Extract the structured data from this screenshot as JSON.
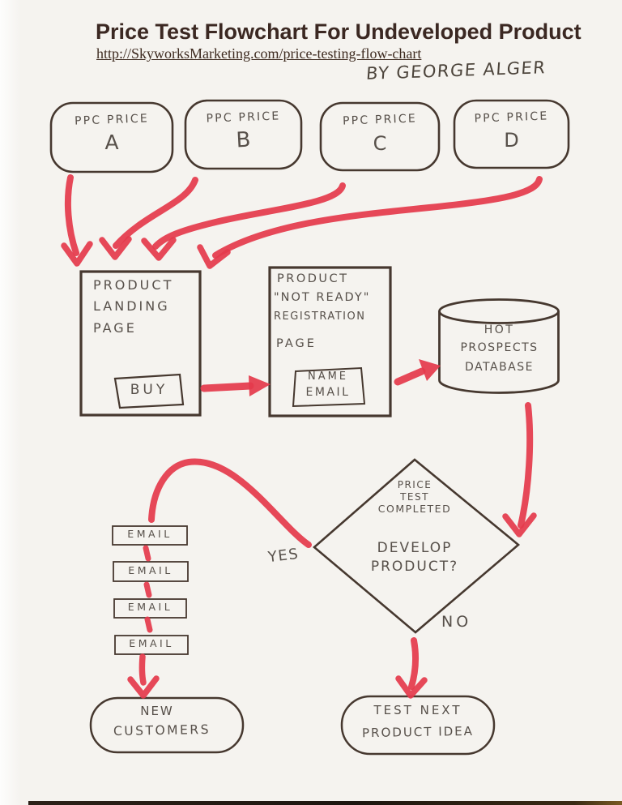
{
  "header": {
    "title": "Price Test Flowchart For Undeveloped Product",
    "url": "http://SkyworksMarketing.com/price-testing-flow-chart",
    "byline": "BY GEORGE ALGER"
  },
  "nodes": {
    "ppc_a": {
      "label": "PPC PRICE",
      "variant": "A"
    },
    "ppc_b": {
      "label": "PPC PRICE",
      "variant": "B"
    },
    "ppc_c": {
      "label": "PPC PRICE",
      "variant": "C"
    },
    "ppc_d": {
      "label": "PPC PRICE",
      "variant": "D"
    },
    "landing": {
      "line1": "PRODUCT",
      "line2": "LANDING",
      "line3": "PAGE",
      "button": "BUY"
    },
    "registration": {
      "line1": "PRODUCT",
      "line2": "\"NOT READY\"",
      "line3": "REGISTRATION",
      "line4": "PAGE",
      "field1": "NAME",
      "field2": "EMAIL"
    },
    "database": {
      "line1": "HOT",
      "line2": "PROSPECTS",
      "line3": "DATABASE"
    },
    "decision": {
      "top1": "PRICE",
      "top2": "TEST",
      "top3": "COMPLETED",
      "q1": "DEVELOP",
      "q2": "PRODUCT?"
    },
    "emails": [
      "EMAIL",
      "EMAIL",
      "EMAIL",
      "EMAIL"
    ],
    "new_customers": {
      "line1": "NEW",
      "line2": "CUSTOMERS"
    },
    "test_next": {
      "line1": "TEST NEXT",
      "line2": "PRODUCT IDEA"
    }
  },
  "labels": {
    "yes": "YES",
    "no": "NO"
  },
  "colors": {
    "marker_red": "#e43a4c",
    "ink": "#46382f",
    "pencil": "#57504a",
    "title_brown": "#3b2822",
    "paper": "#f5f3ef"
  }
}
